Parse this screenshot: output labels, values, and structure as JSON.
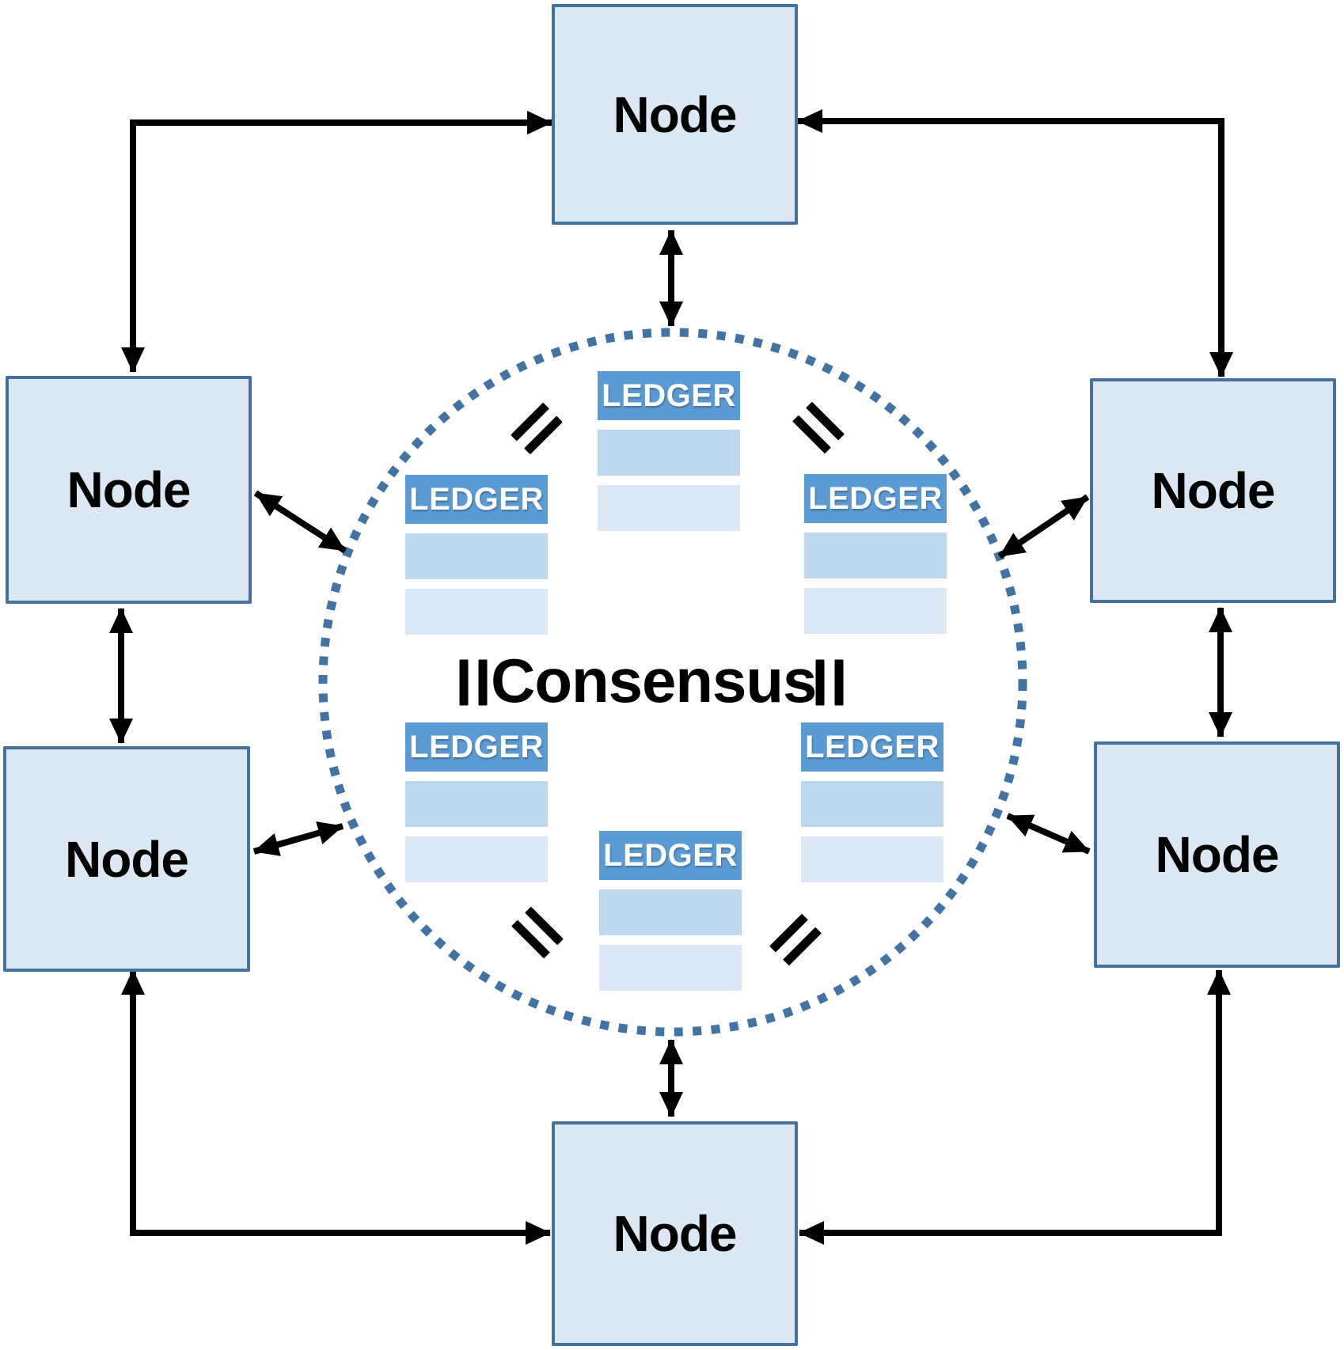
{
  "consensus": {
    "label": "Consensus"
  },
  "nodes": [
    {
      "position": "top",
      "label": "Node"
    },
    {
      "position": "upper-left",
      "label": "Node"
    },
    {
      "position": "upper-right",
      "label": "Node"
    },
    {
      "position": "lower-left",
      "label": "Node"
    },
    {
      "position": "lower-right",
      "label": "Node"
    },
    {
      "position": "bottom",
      "label": "Node"
    }
  ],
  "ledgers": [
    {
      "position": "top-center",
      "label": "LEDGER",
      "rows": 2
    },
    {
      "position": "middle-left",
      "label": "LEDGER",
      "rows": 2
    },
    {
      "position": "middle-right",
      "label": "LEDGER",
      "rows": 2
    },
    {
      "position": "bottom-left",
      "label": "LEDGER",
      "rows": 2
    },
    {
      "position": "bottom-right",
      "label": "LEDGER",
      "rows": 2
    },
    {
      "position": "bottom-center",
      "label": "LEDGER",
      "rows": 2
    }
  ],
  "equals_signs": [
    {
      "position": "upper-left",
      "symbol": "="
    },
    {
      "position": "upper-right",
      "symbol": "="
    },
    {
      "position": "middle-left",
      "symbol": "="
    },
    {
      "position": "middle-right",
      "symbol": "="
    },
    {
      "position": "lower-left",
      "symbol": "="
    },
    {
      "position": "lower-right",
      "symbol": "="
    }
  ],
  "icons": {
    "equals_icon": "="
  },
  "colors": {
    "node_fill": "#dce7f4",
    "node_border": "#44719e",
    "ledger_header": "#5b9bd5",
    "ledger_row1": "#bdd7ee",
    "ledger_row2": "#dbe7f5",
    "circle_dots": "#4173a4",
    "arrow": "#000000",
    "ledger_text": "#ffffff",
    "label_text": "#000000"
  }
}
